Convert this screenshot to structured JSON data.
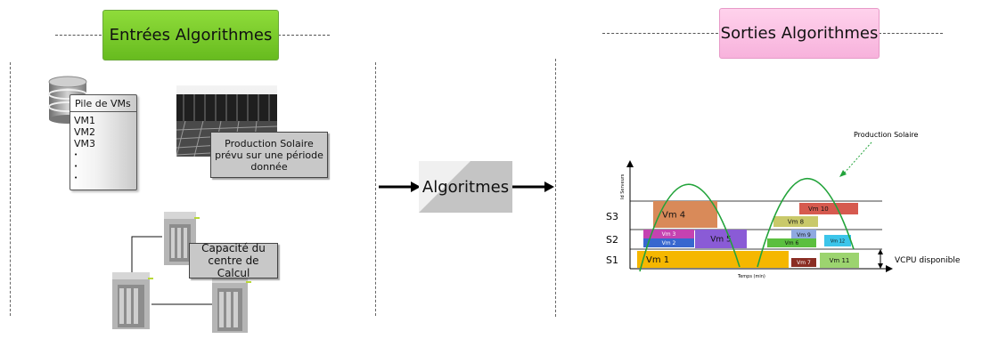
{
  "inputs": {
    "title": "Entrées Algorithmes",
    "vm_pile": {
      "header": "Pile de VMs",
      "items": [
        "VM1",
        "VM2",
        "VM3",
        "•",
        "•",
        "•"
      ]
    },
    "solar_label": "Production Solaire prévu sur une période donnée",
    "datacenter_label": "Capacité du centre de Calcul"
  },
  "center": {
    "algo_label": "Algoritmes"
  },
  "outputs": {
    "title": "Sorties Algorithmes",
    "solar_annotation": "Production Solaire",
    "y_axis_label": "Id Serveurs",
    "x_axis_label": "Temps (min)",
    "vcpu_label": "VCPU disponible",
    "server_labels": [
      "S3",
      "S2",
      "S1"
    ]
  },
  "colors": {
    "green_title": "#7ccd2b",
    "pink_title": "#f9c1e3",
    "curve": "#22a33a"
  },
  "schedule_blocks": [
    {
      "label": "Vm 4",
      "color": "#d98a59"
    },
    {
      "label": "Vm 10",
      "color": "#d65a4f"
    },
    {
      "label": "Vm 8",
      "color": "#c9c96a"
    },
    {
      "label": "Vm 3",
      "color": "#c542b1"
    },
    {
      "label": "Vm 2",
      "color": "#3867cf"
    },
    {
      "label": "Vm 5",
      "color": "#8a5bd6"
    },
    {
      "label": "Vm 9",
      "color": "#8fa9e0"
    },
    {
      "label": "Vm 6",
      "color": "#5bbf3f"
    },
    {
      "label": "Vm 12",
      "color": "#3cc5ea"
    },
    {
      "label": "Vm 1",
      "color": "#f5b700"
    },
    {
      "label": "Vm 7",
      "color": "#8a2e24"
    },
    {
      "label": "Vm 11",
      "color": "#9cd46f"
    }
  ]
}
